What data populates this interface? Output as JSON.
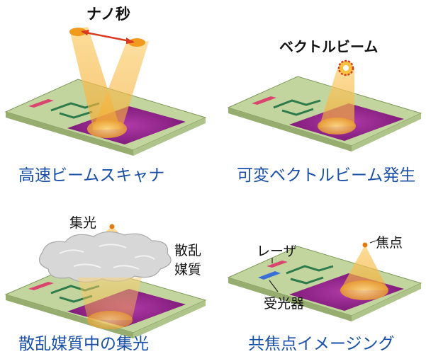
{
  "panels": {
    "scanner": {
      "caption": "高速ビームスキャナ",
      "annotation": "ナノ秒"
    },
    "vector": {
      "caption": "可変ベクトルビーム発生",
      "annotation": "ベクトルビーム"
    },
    "scatter": {
      "caption": "散乱媒質中の集光",
      "focus_label": "集光",
      "medium_label_1": "散乱",
      "medium_label_2": "媒質"
    },
    "confocal": {
      "caption": "共焦点イメージング",
      "laser_label": "レーザ",
      "focus_label": "焦点",
      "detector_label": "受光器"
    }
  },
  "colors": {
    "caption": "#1a4fa8",
    "beam": "#f6b93f",
    "chip": "#c6d7a2",
    "pad": "#8a1f86",
    "arrow": "#d93a20",
    "detector": "#3b6fd8"
  }
}
